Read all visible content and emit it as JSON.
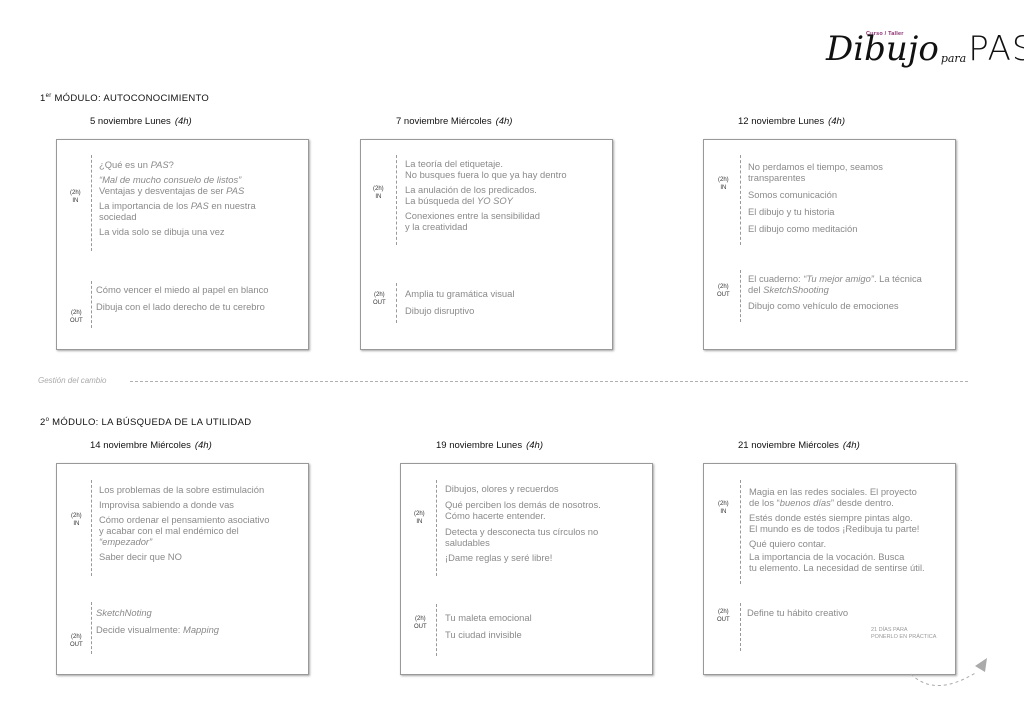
{
  "logo": {
    "small": "Curso / Taller",
    "main": "Dibujo",
    "para": "para",
    "pas": "PAS"
  },
  "module1": {
    "ordinal": "1",
    "ordinal_sup": "er",
    "title": " MÓDULO: AUTOCONOCIMIENTO",
    "sessions": [
      {
        "date": "5 noviembre Lunes",
        "hours": "(4h)",
        "in_tag": [
          "(2h)",
          "IN"
        ],
        "out_tag": [
          "(2h)",
          "OUT"
        ],
        "in_lines": [
          "¿Qué es un PAS?",
          "“Mal de mucho consuelo de listos”",
          "Ventajas y desventajas de ser PAS",
          "La importancia de los PAS en nuestra",
          "sociedad",
          "La vida solo se dibuja una vez"
        ],
        "out_lines": [
          "Cómo vencer el miedo al papel en blanco",
          "Dibuja con el lado derecho de tu cerebro"
        ]
      },
      {
        "date": "7 noviembre Miércoles",
        "hours": "(4h)",
        "in_tag": [
          "(2h)",
          "IN"
        ],
        "out_tag": [
          "(2h)",
          "OUT"
        ],
        "in_lines": [
          "La teoría del etiquetaje.",
          "No busques fuera lo que ya hay dentro",
          "La anulación de los predicados.",
          "La búsqueda del YO SOY",
          "Conexiones entre la sensibilidad",
          "y la creatividad"
        ],
        "out_lines": [
          "Amplia tu gramática visual",
          "Dibujo disruptivo"
        ]
      },
      {
        "date": "12 noviembre Lunes",
        "hours": "(4h)",
        "in_tag": [
          "(2h)",
          "IN"
        ],
        "out_tag": [
          "(2h)",
          "OUT"
        ],
        "in_lines": [
          "No perdamos el tiempo, seamos",
          "transparentes",
          "Somos comunicación",
          "El dibujo y tu historia",
          "El dibujo como meditación"
        ],
        "out_lines": [
          "El cuaderno: “Tu mejor amigo”. La técnica",
          "del SketchShooting",
          "Dibujo como vehículo de emociones"
        ]
      }
    ]
  },
  "divider": {
    "label": "Gestión del cambio"
  },
  "module2": {
    "ordinal": "2",
    "ordinal_sup": "o",
    "title": " MÓDULO: LA BÚSQUEDA DE LA UTILIDAD",
    "sessions": [
      {
        "date": "14 noviembre Miércoles",
        "hours": "(4h)",
        "in_tag": [
          "(2h)",
          "IN"
        ],
        "out_tag": [
          "(2h)",
          "OUT"
        ],
        "in_lines": [
          "Los problemas de la sobre estimulación",
          "Improvisa sabiendo a donde vas",
          "Cómo ordenar el pensamiento asociativo",
          "y acabar con el mal endémico del",
          "“empezador”",
          "Saber decir que NO"
        ],
        "out_lines": [
          "SketchNoting",
          "Decide visualmente: Mapping"
        ]
      },
      {
        "date": "19 noviembre Lunes",
        "hours": "(4h)",
        "in_tag": [
          "(2h)",
          "IN"
        ],
        "out_tag": [
          "(2h)",
          "OUT"
        ],
        "in_lines": [
          "Dibujos, olores y recuerdos",
          "Qué perciben los demás de nosotros.",
          "Cómo hacerte entender.",
          "Detecta y desconecta tus círculos no",
          "saludables",
          "¡Dame reglas y seré libre!"
        ],
        "out_lines": [
          "Tu maleta emocional",
          "Tu ciudad invisible"
        ]
      },
      {
        "date": "21 noviembre Miércoles",
        "hours": "(4h)",
        "in_tag": [
          "(2h)",
          "IN"
        ],
        "out_tag": [
          "(2h)",
          "OUT"
        ],
        "in_lines": [
          "Magia en las redes sociales. El proyecto",
          "de los “buenos días” desde dentro.",
          "Estés donde estés siempre pintas algo.",
          "El mundo es de todos ¡Redibuja tu parte!",
          "Qué quiero contar.",
          "La importancia de la vocación. Busca",
          "tu elemento. La necesidad de sentirse útil."
        ],
        "out_lines": [
          "Define tu hábito creativo"
        ],
        "note": [
          "21 DÍAS PARA",
          "PONERLO EN PRÁCTICA"
        ]
      }
    ]
  }
}
